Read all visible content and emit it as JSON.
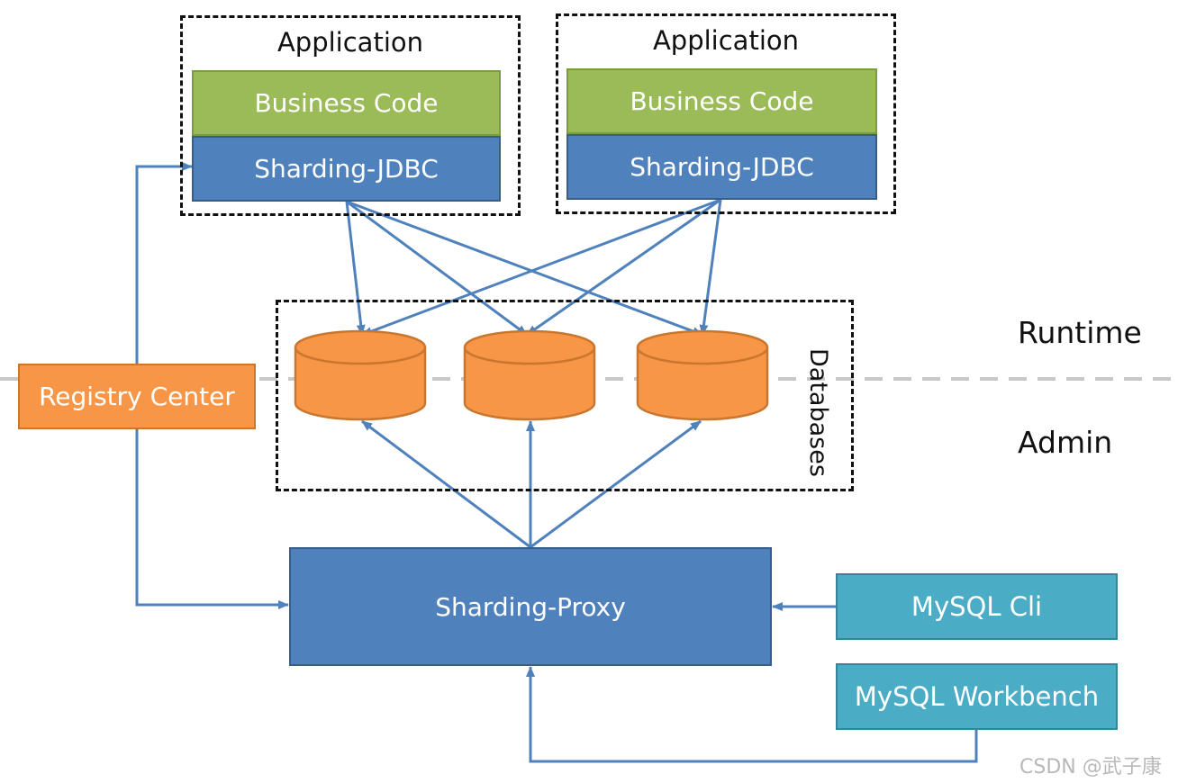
{
  "applications": [
    {
      "title": "Application",
      "business": "Business Code",
      "jdbc": "Sharding-JDBC"
    },
    {
      "title": "Application",
      "business": "Business Code",
      "jdbc": "Sharding-JDBC"
    }
  ],
  "databases_label": "Databases",
  "registry_center": "Registry Center",
  "proxy": "Sharding-Proxy",
  "clients": {
    "cli": "MySQL Cli",
    "workbench": "MySQL Workbench"
  },
  "layers": {
    "runtime": "Runtime",
    "admin": "Admin"
  },
  "watermark": "CSDN @武子康",
  "colors": {
    "business": "#9bbb59",
    "jdbc": "#4f81bd",
    "proxy": "#4f81bd",
    "database": "#f79646",
    "registry": "#f79646",
    "client": "#4bacc6",
    "arrow": "#4f81bd",
    "divider": "#c8c8c8"
  }
}
